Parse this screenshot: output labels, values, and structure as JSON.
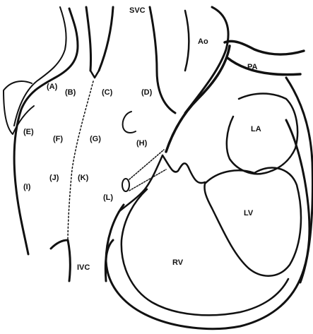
{
  "labels": {
    "A": "(A)",
    "B": "(B)",
    "C": "(C)",
    "D": "(D)",
    "E": "(E)",
    "F": "(F)",
    "G": "(G)",
    "H": "(H)",
    "I": "(I)",
    "J": "(J)",
    "K": "(K)",
    "L": "(L)"
  },
  "structures": {
    "svc": "SVC",
    "ivc": "IVC",
    "ao": "Ao",
    "pa": "PA",
    "la": "LA",
    "lv": "LV",
    "rv": "RV"
  }
}
